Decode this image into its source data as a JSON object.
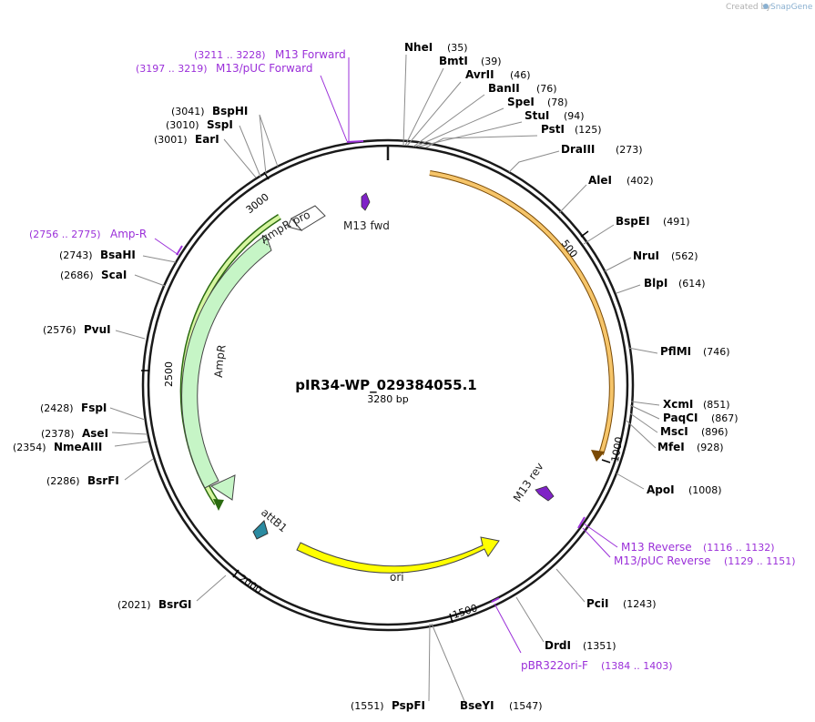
{
  "watermark": {
    "prefix": "Created by",
    "brand": "SnapGene"
  },
  "plasmid": {
    "name": "pIR34-WP_029384055.1",
    "length_label": "3280 bp",
    "length": 3280
  },
  "colors": {
    "backbone": "#1a1a1a",
    "primer": "#9b30d9",
    "orange_feature": "#f6c56a",
    "ampr": "#c6f5c6",
    "ori": "#ffff00",
    "attb1": "#2a8aa0",
    "m13": "#7f22c7"
  },
  "ticks": [
    {
      "pos": 500,
      "label": "500"
    },
    {
      "pos": 1000,
      "label": "1000"
    },
    {
      "pos": 1500,
      "label": "1500"
    },
    {
      "pos": 2000,
      "label": "2000"
    },
    {
      "pos": 2500,
      "label": "2500"
    },
    {
      "pos": 3000,
      "label": "3000"
    }
  ],
  "sites_right": [
    {
      "name": "NheI",
      "pos": "(35)"
    },
    {
      "name": "BmtI",
      "pos": "(39)"
    },
    {
      "name": "AvrII",
      "pos": "(46)"
    },
    {
      "name": "BanII",
      "pos": "(76)"
    },
    {
      "name": "SpeI",
      "pos": "(78)"
    },
    {
      "name": "StuI",
      "pos": "(94)"
    },
    {
      "name": "PstI",
      "pos": "(125)"
    },
    {
      "name": "DraIII",
      "pos": "(273)"
    },
    {
      "name": "AleI",
      "pos": "(402)"
    },
    {
      "name": "BspEI",
      "pos": "(491)"
    },
    {
      "name": "NruI",
      "pos": "(562)"
    },
    {
      "name": "BlpI",
      "pos": "(614)"
    },
    {
      "name": "PflMI",
      "pos": "(746)"
    },
    {
      "name": "XcmI",
      "pos": "(851)"
    },
    {
      "name": "PaqCI",
      "pos": "(867)"
    },
    {
      "name": "MscI",
      "pos": "(896)"
    },
    {
      "name": "MfeI",
      "pos": "(928)"
    },
    {
      "name": "ApoI",
      "pos": "(1008)"
    },
    {
      "name": "PciI",
      "pos": "(1243)"
    },
    {
      "name": "DrdI",
      "pos": "(1351)"
    },
    {
      "name": "BseYI",
      "pos": "(1547)"
    }
  ],
  "sites_left": [
    {
      "name": "PspFI",
      "pos": "(1551)"
    },
    {
      "name": "BsrGI",
      "pos": "(2021)"
    },
    {
      "name": "BsrFI",
      "pos": "(2286)"
    },
    {
      "name": "NmeAIII",
      "pos": "(2354)"
    },
    {
      "name": "AseI",
      "pos": "(2378)"
    },
    {
      "name": "FspI",
      "pos": "(2428)"
    },
    {
      "name": "PvuI",
      "pos": "(2576)"
    },
    {
      "name": "ScaI",
      "pos": "(2686)"
    },
    {
      "name": "BsaHI",
      "pos": "(2743)"
    },
    {
      "name": "EarI",
      "pos": "(3001)"
    },
    {
      "name": "SspI",
      "pos": "(3010)"
    },
    {
      "name": "BspHI",
      "pos": "(3041)"
    }
  ],
  "primers": [
    {
      "name": "M13 Forward",
      "range": "(3211 .. 3228)"
    },
    {
      "name": "M13/pUC Forward",
      "range": "(3197 .. 3219)"
    },
    {
      "name": "Amp-R",
      "range": "(2756 .. 2775)"
    },
    {
      "name": "M13 Reverse",
      "range": "(1116 .. 1132)"
    },
    {
      "name": "M13/pUC Reverse",
      "range": "(1129 .. 1151)"
    },
    {
      "name": "pBR322ori-F",
      "range": "(1384 .. 1403)"
    }
  ],
  "features": {
    "m13_fwd": "M13 fwd",
    "m13_rev": "M13 rev",
    "ampr_promoter": "AmpR promoter",
    "ampr": "AmpR",
    "attb1": "attB1",
    "ori": "ori"
  }
}
